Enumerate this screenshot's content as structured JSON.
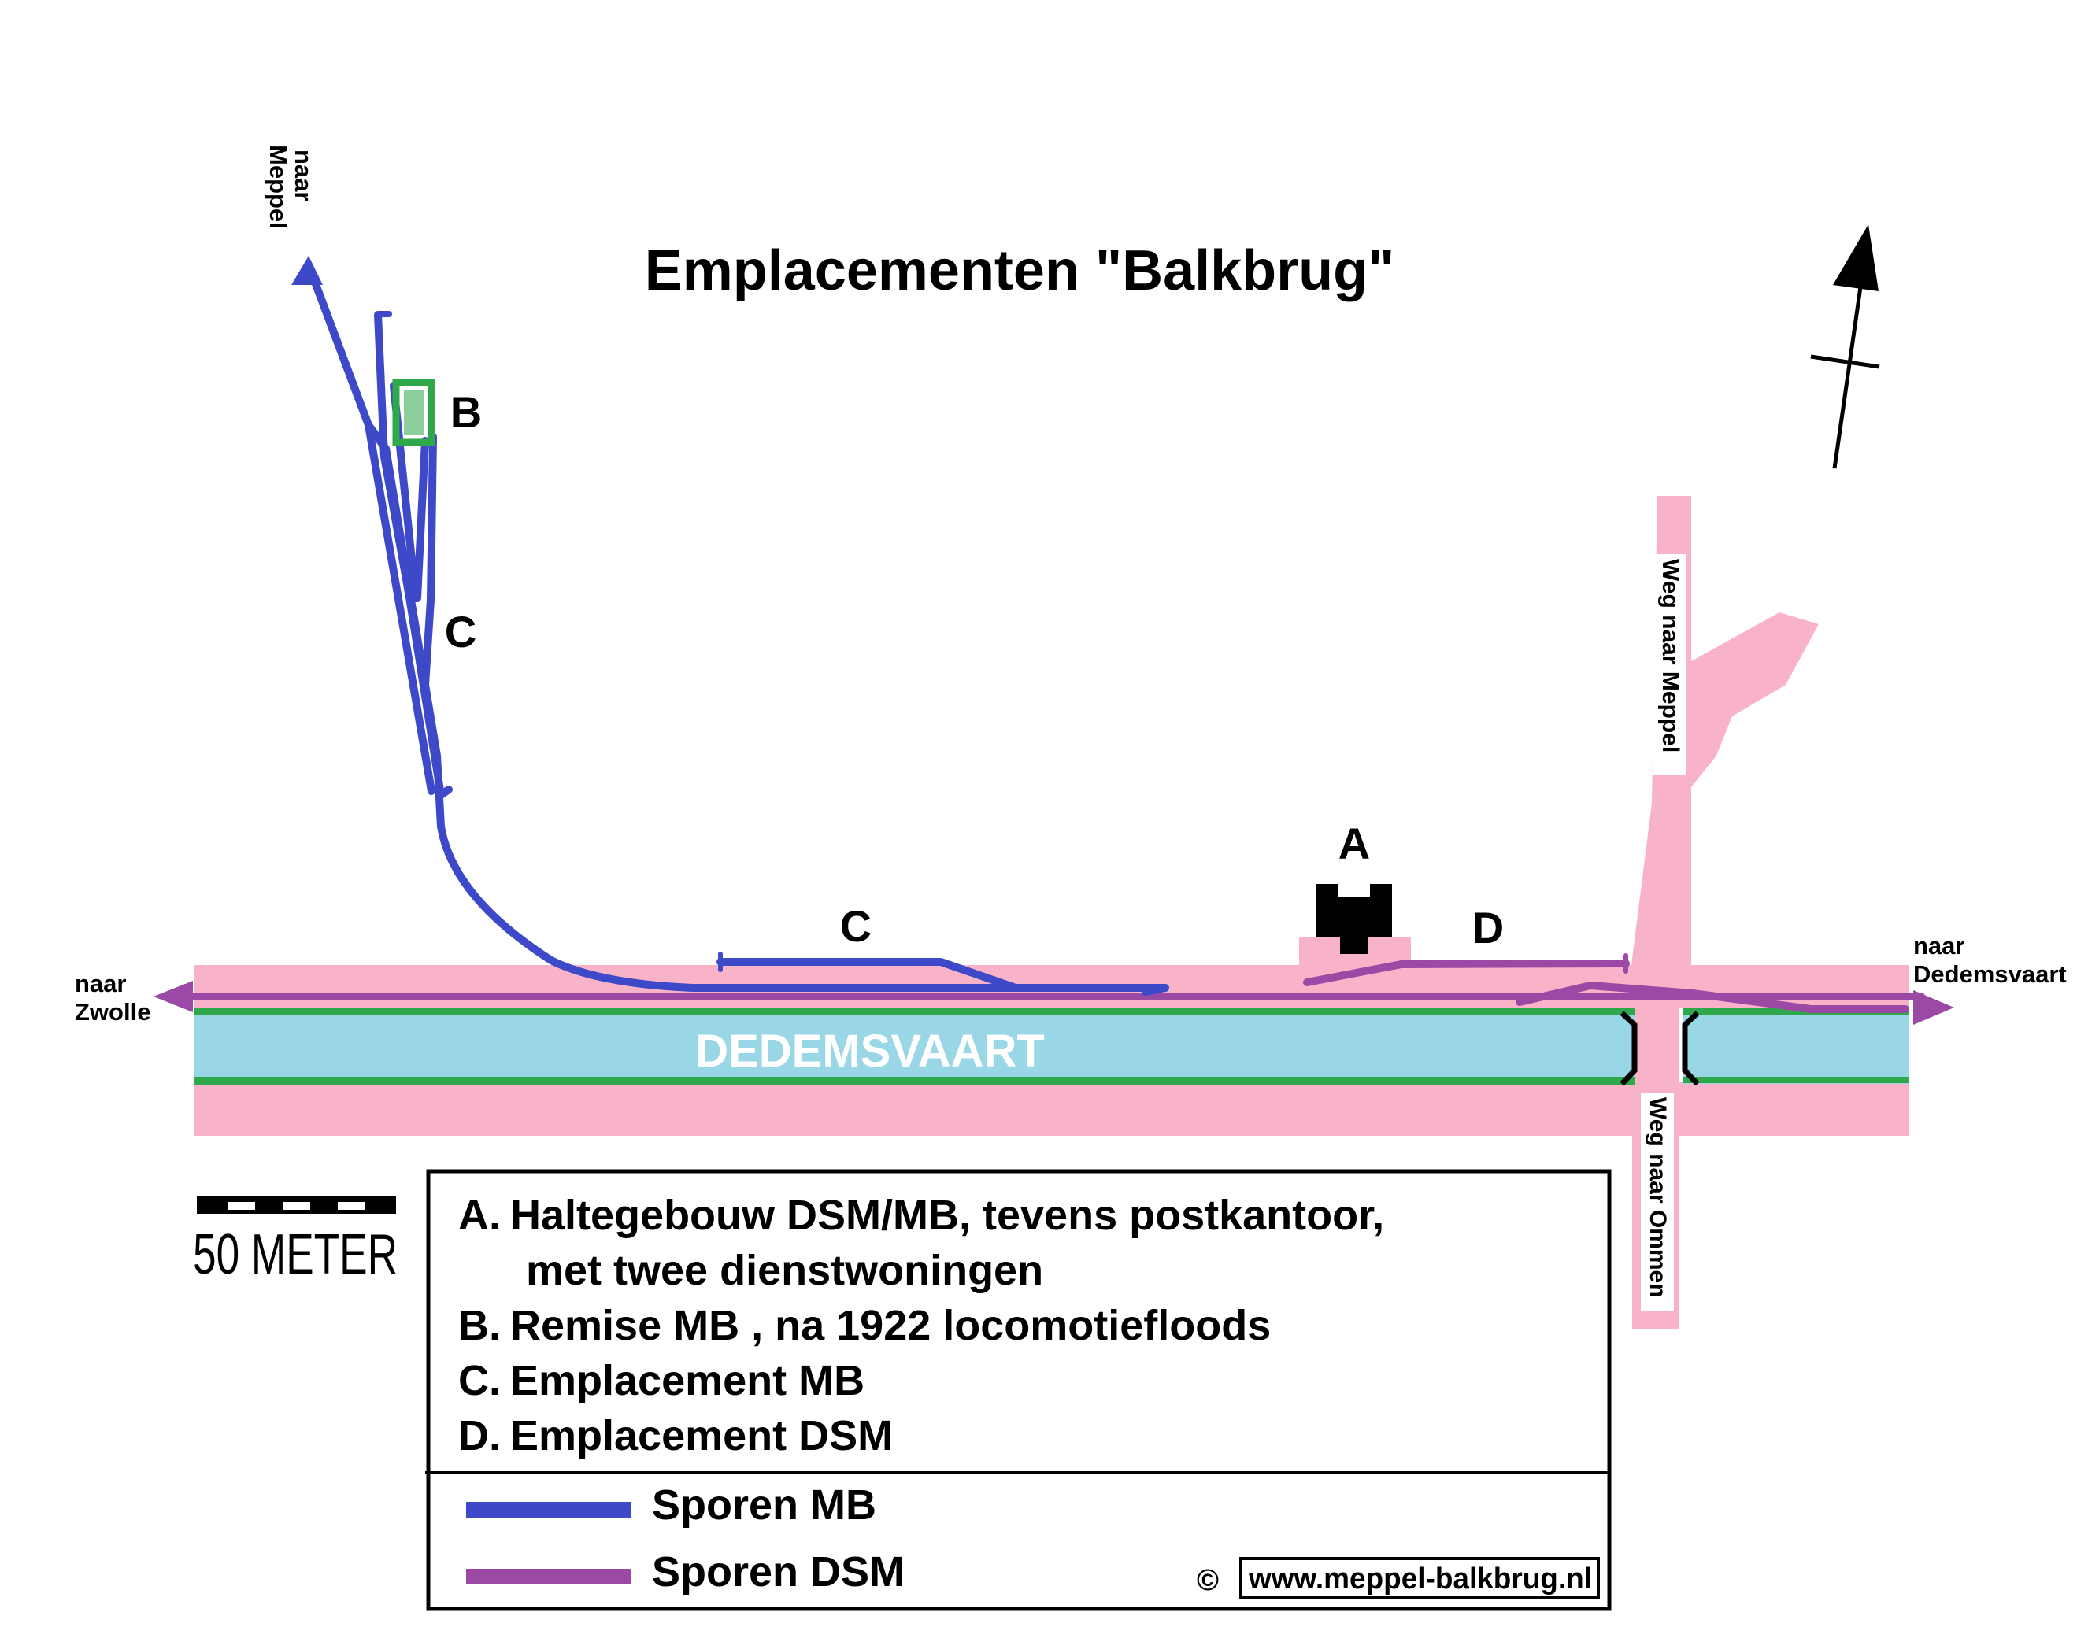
{
  "title": "Emplacementen \"Balkbrug\"",
  "canal_name": "DEDEMSVAART",
  "markers": {
    "a": "A",
    "b": "B",
    "c_upper": "C",
    "c_lower": "C",
    "d": "D"
  },
  "directions": {
    "meppel_line1": "naar",
    "meppel_line2": "Meppel",
    "zwolle_line1": "naar",
    "zwolle_line2": "Zwolle",
    "dedemsvaart_line1": "naar",
    "dedemsvaart_line2": "Dedemsvaart"
  },
  "roads": {
    "north": "Weg naar Meppel",
    "south": "Weg naar Ommen"
  },
  "scale_label": "50 METER",
  "legend": {
    "entries": [
      {
        "letter": "A.",
        "text": "Haltegebouw DSM/MB, tevens postkantoor,"
      },
      {
        "letter": "",
        "text": "met twee dienstwoningen"
      },
      {
        "letter": "B.",
        "text": "Remise MB , na 1922 locomotiefloods"
      },
      {
        "letter": "C.",
        "text": "Emplacement MB"
      },
      {
        "letter": "D.",
        "text": "Emplacement DSM"
      }
    ],
    "tracks": [
      {
        "label": "Sporen MB",
        "color": "#3d49c8"
      },
      {
        "label": "Sporen DSM",
        "color": "#9b49a4"
      }
    ]
  },
  "copyright_symbol": "©",
  "website": "www.meppel-balkbrug.nl",
  "colors": {
    "road_pink": "#f9b3c8",
    "canal_blue": "#99d6e6",
    "bank_green": "#2ea84a",
    "track_mb": "#3d49c8",
    "track_dsm": "#9b49a4",
    "building": "#000000",
    "remise_green": "#2ea84a"
  }
}
